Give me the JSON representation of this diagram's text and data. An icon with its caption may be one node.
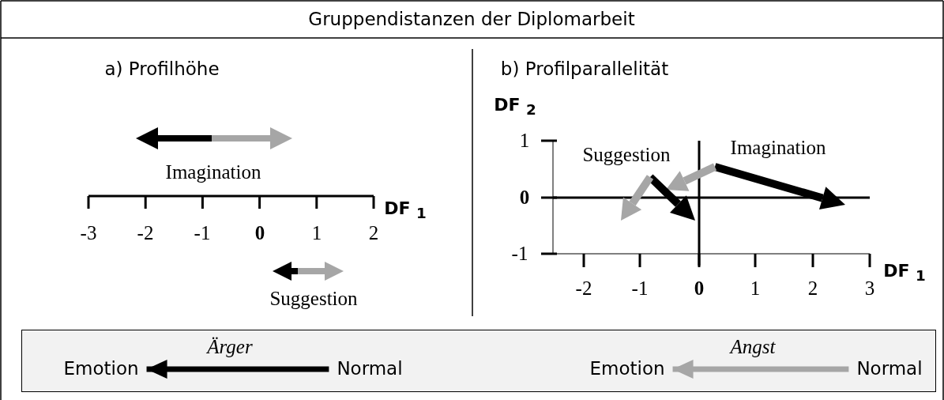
{
  "diagram": {
    "title": "Gruppendistanzen der Diplomarbeit",
    "nodes": [
      {
        "text": [],
        "shape": "box"
      },
      {
        "text": [
          "Emotion"
        ],
        "in": 0
      },
      {
        "text": [
          "Normal"
        ],
        "in": 0
      },
      {
        "text": [
          "Emotion"
        ],
        "in": 0
      },
      {
        "text": [
          "Normal"
        ],
        "in": 0
      }
    ],
    "edges": [
      {
        "from": 2,
        "to": 1,
        "arrow": "to",
        "label": "Ärger"
      },
      {
        "from": 4,
        "to": 3,
        "arrow": "to",
        "label": "Angst",
        "color": "#a6a6a6"
      }
    ],
    "labels": [
      "a) Profilhöhe",
      "Imagination",
      "-3",
      "-2",
      "-1",
      "0",
      "1",
      "2",
      "DF $_{1}$",
      "Suggestion",
      "b) Profilparallelität",
      "DF $_{2}$",
      "1",
      "Suggestion",
      "Imagination",
      "0",
      "-1",
      "-2",
      "-1",
      "0",
      "1",
      "2",
      "3",
      "DF $_{1}$"
    ]
  }
}
